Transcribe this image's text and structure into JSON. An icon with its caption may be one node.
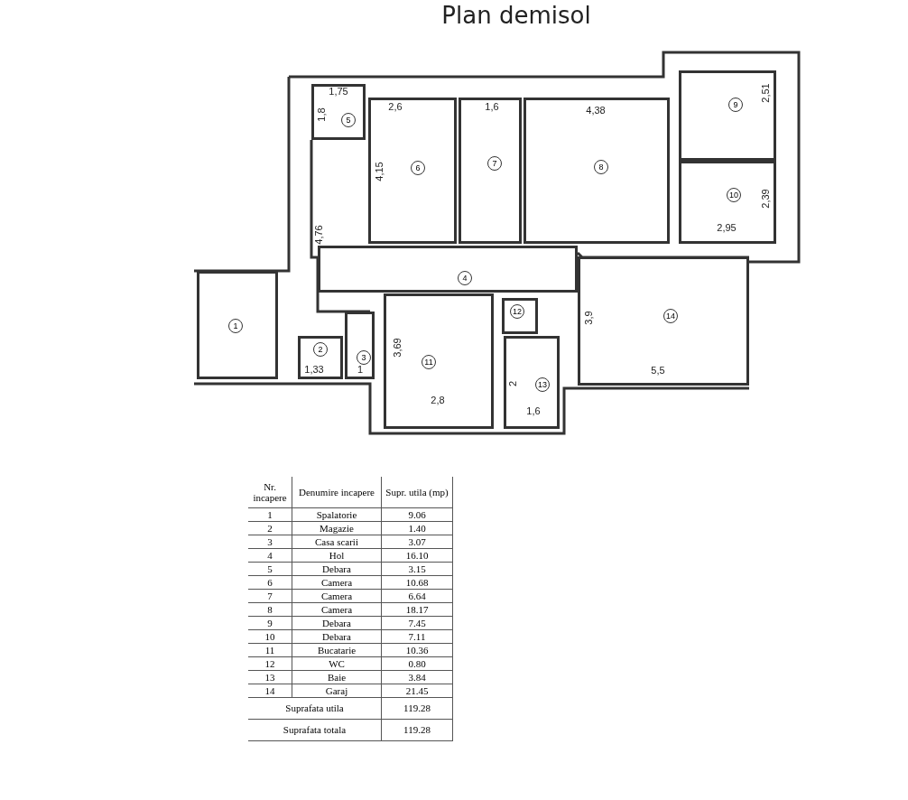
{
  "diagram": {
    "title": "Plan demisol",
    "nodes": [
      {
        "text": [
          "1"
        ]
      },
      {
        "text": [
          "2"
        ]
      },
      {
        "text": [
          "3"
        ]
      },
      {
        "text": [
          "4"
        ]
      },
      {
        "text": [
          "5"
        ]
      },
      {
        "text": [
          "6"
        ]
      },
      {
        "text": [
          "7"
        ]
      },
      {
        "text": [
          "8"
        ]
      },
      {
        "text": [
          "9"
        ]
      },
      {
        "text": [
          "10"
        ]
      },
      {
        "text": [
          "11"
        ]
      },
      {
        "text": [
          "12"
        ]
      },
      {
        "text": [
          "13"
        ]
      },
      {
        "text": [
          "14"
        ]
      }
    ],
    "labels": [
      "1,75",
      "2,6",
      "1,6",
      "4,38",
      "2,51",
      "1,8",
      "4,15",
      "2,39",
      "2,95",
      "4,76",
      "3,9",
      "3,69",
      "1,33",
      "1",
      "5,5",
      "2,8",
      "2",
      "1,6",
      "Nr. incapere",
      "Denumire incapere",
      "Supr. utila (mp)",
      "1",
      "Spalatorie",
      "9.06",
      "2",
      "Magazie",
      "1.40",
      "3",
      "Casa scarii",
      "3.07",
      "4",
      "Hol",
      "16.10",
      "5",
      "Debara",
      "3.15",
      "6",
      "Camera",
      "10.68",
      "7",
      "Camera",
      "6.64",
      "8",
      "Camera",
      "18.17",
      "9",
      "Debara",
      "7.45",
      "10",
      "Debara",
      "7.11",
      "11",
      "Bucatarie",
      "10.36",
      "12",
      "WC",
      "0.80",
      "13",
      "Baie",
      "3.84",
      "14",
      "Garaj",
      "21.45",
      "Suprafata utila",
      "119.28",
      "Suprafata totala",
      "119.28"
    ]
  }
}
